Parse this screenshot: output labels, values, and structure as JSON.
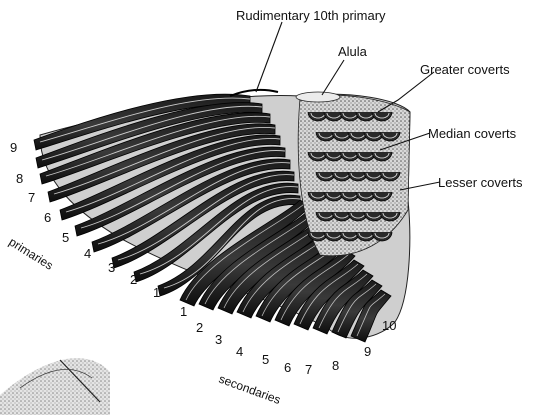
{
  "labels": {
    "rudimentary": "Rudimentary 10th primary",
    "alula": "Alula",
    "greater_coverts": "Greater coverts",
    "median_coverts": "Median coverts",
    "lesser_coverts": "Lesser coverts"
  },
  "groups": {
    "primaries": "primaries",
    "secondaries": "secondaries"
  },
  "primary_numbers": [
    "9",
    "8",
    "7",
    "6",
    "5",
    "4",
    "3",
    "2",
    "1"
  ],
  "secondary_numbers": [
    "1",
    "2",
    "3",
    "4",
    "5",
    "6",
    "7",
    "8",
    "9",
    "10"
  ]
}
